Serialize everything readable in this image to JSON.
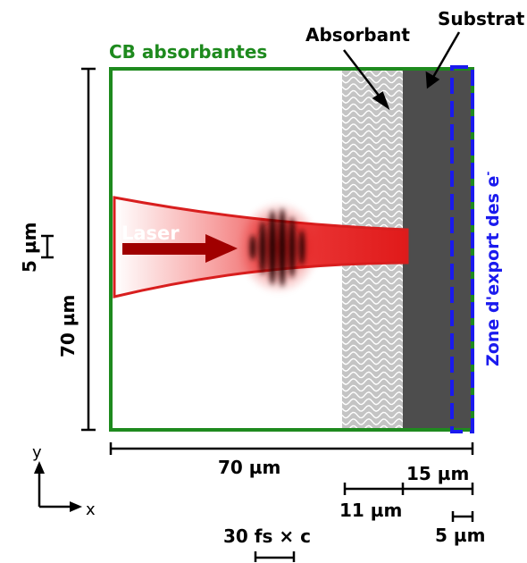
{
  "labels": {
    "cb_absorbantes": "CB absorbantes",
    "absorbant": "Absorbant",
    "substrat": "Substrat",
    "laser": "Laser",
    "zone_export": "Zone d'export des e",
    "zone_export_sup": "-",
    "height_total": "70 µm",
    "height_beam": "5 µm",
    "width_total": "70 µm",
    "width_15": "15 µm",
    "width_11": "11 µm",
    "width_5": "5 µm",
    "pulse": "30 fs × c",
    "axis_y": "y",
    "axis_x": "x"
  },
  "colors": {
    "boundary": "#1e8a1e",
    "laser": "#d81e1e",
    "laser_dark": "#a00000",
    "absorbant": "#c0c0c0",
    "substrat": "#4d4d4d",
    "export_zone": "#1a1aee",
    "dimension": "#000000"
  }
}
